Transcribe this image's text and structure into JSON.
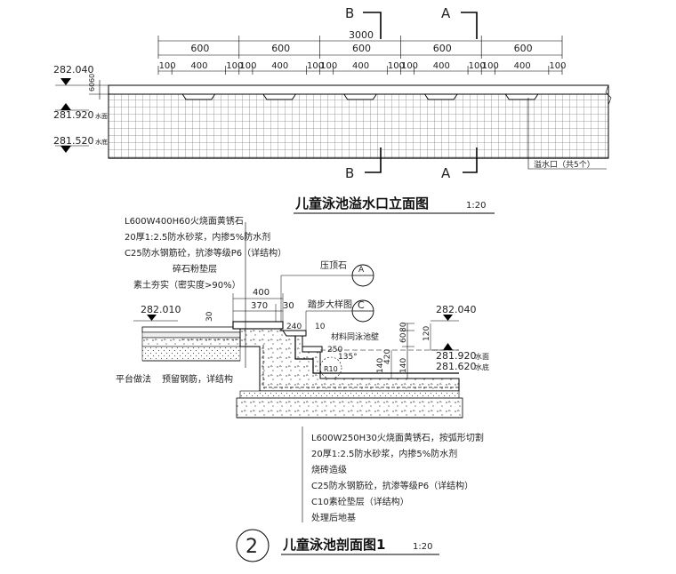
{
  "elevation": {
    "title": "儿童泳池溢水口立面图",
    "scale": "1:20",
    "section_marks": [
      "B",
      "A",
      "B",
      "A"
    ],
    "total_dim": "3000",
    "dims_600": [
      "600",
      "600",
      "600",
      "600",
      "600"
    ],
    "dims_sub": [
      "100",
      "400",
      "100",
      "100",
      "400",
      "100",
      "100",
      "400",
      "100",
      "100",
      "400",
      "100",
      "100",
      "400",
      "100"
    ],
    "left_dims": [
      "60",
      "60"
    ],
    "levels": [
      {
        "value": "282.040",
        "note": ""
      },
      {
        "value": "281.920",
        "note": "水面"
      },
      {
        "value": "281.520",
        "note": "水底"
      }
    ],
    "outlet_label": "溢水口（共5个）"
  },
  "section": {
    "title": "儿童泳池剖面图1",
    "scale": "1:20",
    "number": "2",
    "callouts": {
      "cap": {
        "text": "压顶石",
        "mark": "A"
      },
      "step": {
        "text": "踏步大样图",
        "mark": "C"
      }
    },
    "top_notes": [
      "L600W400H60火烧面黄锈石",
      "20厚1:2.5防水砂浆，内掺5%防水剂",
      "C25防水钢筋砼，抗渗等级P6（详结构）",
      "碎石粉垫层",
      "素土夯实（密实度>90%）"
    ],
    "bottom_notes": [
      "L600W250H30火烧面黄锈石，按弧形切割",
      "20厚1:2.5防水砂浆，内掺5%防水剂",
      "烧砖造级",
      "C25防水钢筋砼，抗渗等级P6（详结构）",
      "C10素砼垫层（详结构）",
      "处理后地基"
    ],
    "dims": {
      "d400": "400",
      "d370": "370",
      "d30a": "30",
      "d30b": "30",
      "d240": "240",
      "d10": "10",
      "d250": "250",
      "r135": "135°",
      "r10": "R10",
      "v80": "80",
      "v60": "60",
      "v140": "140",
      "v420": "420",
      "v140b": "140",
      "v120": "120"
    },
    "material_label": "材料同泳池壁",
    "platform_label": "平台做法",
    "rebar_label": "预留钢筋，详结构",
    "levels": [
      {
        "value": "282.010",
        "note": ""
      },
      {
        "value": "282.040",
        "note": ""
      },
      {
        "value": "281.920",
        "note": "水面"
      },
      {
        "value": "281.620",
        "note": "水底"
      }
    ]
  }
}
